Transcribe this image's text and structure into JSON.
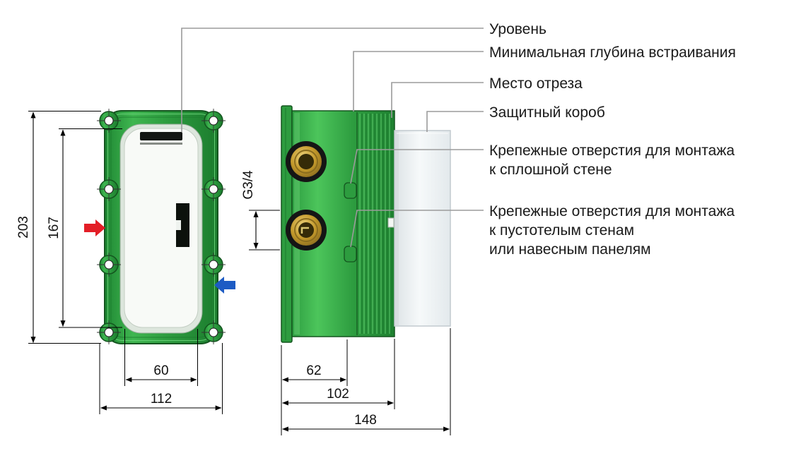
{
  "annotations": {
    "level": "Уровень",
    "min_depth": "Минимальная глубина встраивания",
    "cut_place": "Место отреза",
    "protective_box": "Защитный короб",
    "solid_wall_1": "Крепежные отверстия для монтажа",
    "solid_wall_2": "к сплошной стене",
    "hollow_wall_1": "Крепежные отверстия для монтажа",
    "hollow_wall_2": "к пустотелым стенам",
    "hollow_wall_3": "или навесным панелям"
  },
  "dimensions": {
    "front_outer_height": "203",
    "front_inner_height": "167",
    "front_inner_width": "60",
    "front_outer_width": "112",
    "port_thread": "G3/4",
    "side_port_offset": "62",
    "side_body_depth": "102",
    "side_total_depth": "148"
  },
  "colors": {
    "body_green": "#2e9c40",
    "hot_arrow_red": "#e31e26",
    "cold_arrow_blue": "#1d5bc4",
    "brass": "#c3992b",
    "leader_gray": "#9b9b9b",
    "text": "#1a1a1a"
  }
}
